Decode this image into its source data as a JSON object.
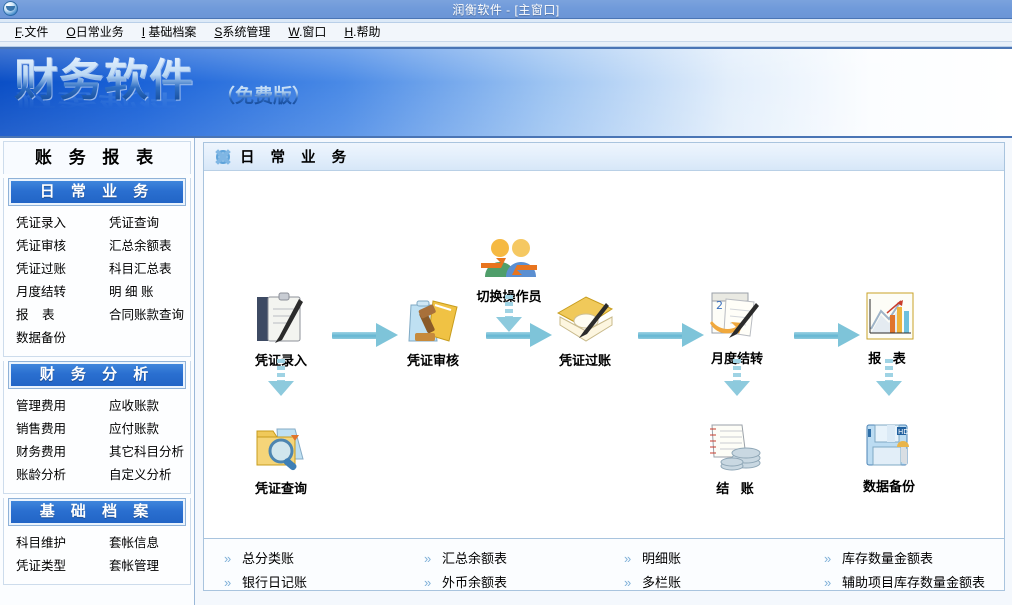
{
  "window": {
    "title": "润衡软件 - [主窗口]",
    "app_icon": "app-logo-icon"
  },
  "menubar": {
    "items": [
      {
        "mnemonic": "F",
        "label": ".文件"
      },
      {
        "mnemonic": "O",
        "label": "日常业务"
      },
      {
        "mnemonic": "I",
        "label": " 基础档案"
      },
      {
        "mnemonic": "S",
        "label": "系统管理"
      },
      {
        "mnemonic": "W",
        "label": ".窗口"
      },
      {
        "mnemonic": "H",
        "label": ".帮助"
      }
    ]
  },
  "banner": {
    "title": "财务软件",
    "subtitle": "（免费版）"
  },
  "sidebar": {
    "title": "账 务 报 表",
    "groups": [
      {
        "header": "日 常 业 务",
        "links": [
          "凭证录入",
          "凭证查询",
          "凭证审核",
          "汇总余额表",
          "凭证过账",
          "科目汇总表",
          "月度结转",
          "明  细  账",
          "报   表",
          "合同账款查询",
          "数据备份"
        ]
      },
      {
        "header": "财 务 分 析",
        "links": [
          "管理费用",
          "应收账款",
          "销售费用",
          "应付账款",
          "财务费用",
          "其它科目分析",
          "账龄分析",
          "自定义分析"
        ]
      },
      {
        "header": "基 础 档 案",
        "links": [
          "科目维护",
          "套帐信息",
          "凭证类型",
          "套帐管理"
        ]
      }
    ]
  },
  "main": {
    "panel_title": "日 常 业 务",
    "panel_icon": "gear-icon",
    "flow": {
      "nodes": [
        {
          "id": "switch-operator",
          "label": "切换操作员",
          "icon": "two-users-icon"
        },
        {
          "id": "voucher-entry",
          "label": "凭证录入",
          "icon": "clipboard-pen-icon"
        },
        {
          "id": "voucher-audit",
          "label": "凭证审核",
          "icon": "gavel-folder-icon"
        },
        {
          "id": "voucher-post",
          "label": "凭证过账",
          "icon": "open-book-pen-icon"
        },
        {
          "id": "month-close",
          "label": "月度结转",
          "icon": "calendar-pages-icon"
        },
        {
          "id": "reports",
          "label": "报  表",
          "icon": "bar-chart-icon"
        },
        {
          "id": "voucher-query",
          "label": "凭证查询",
          "icon": "folder-magnifier-icon"
        },
        {
          "id": "settle-account",
          "label": "结  账",
          "icon": "ledger-coins-icon"
        },
        {
          "id": "data-backup",
          "label": "数据备份",
          "icon": "floppy-disk-icon"
        }
      ]
    },
    "bottom_links": {
      "row1": [
        "总分类账",
        "汇总余额表",
        "明细账",
        "库存数量金额表"
      ],
      "row2": [
        "银行日记账",
        "外币余额表",
        "多栏账",
        "辅助项目库存数量金额表"
      ],
      "chevron": "»"
    }
  },
  "colors": {
    "titlebar": "#6f9ada",
    "banner_blue": "#0b4fc6",
    "group_header": "#2a6fd0",
    "arrow_teal": "#7ec4d9",
    "panel_border": "#a9c4de",
    "link_text": "#000000"
  }
}
